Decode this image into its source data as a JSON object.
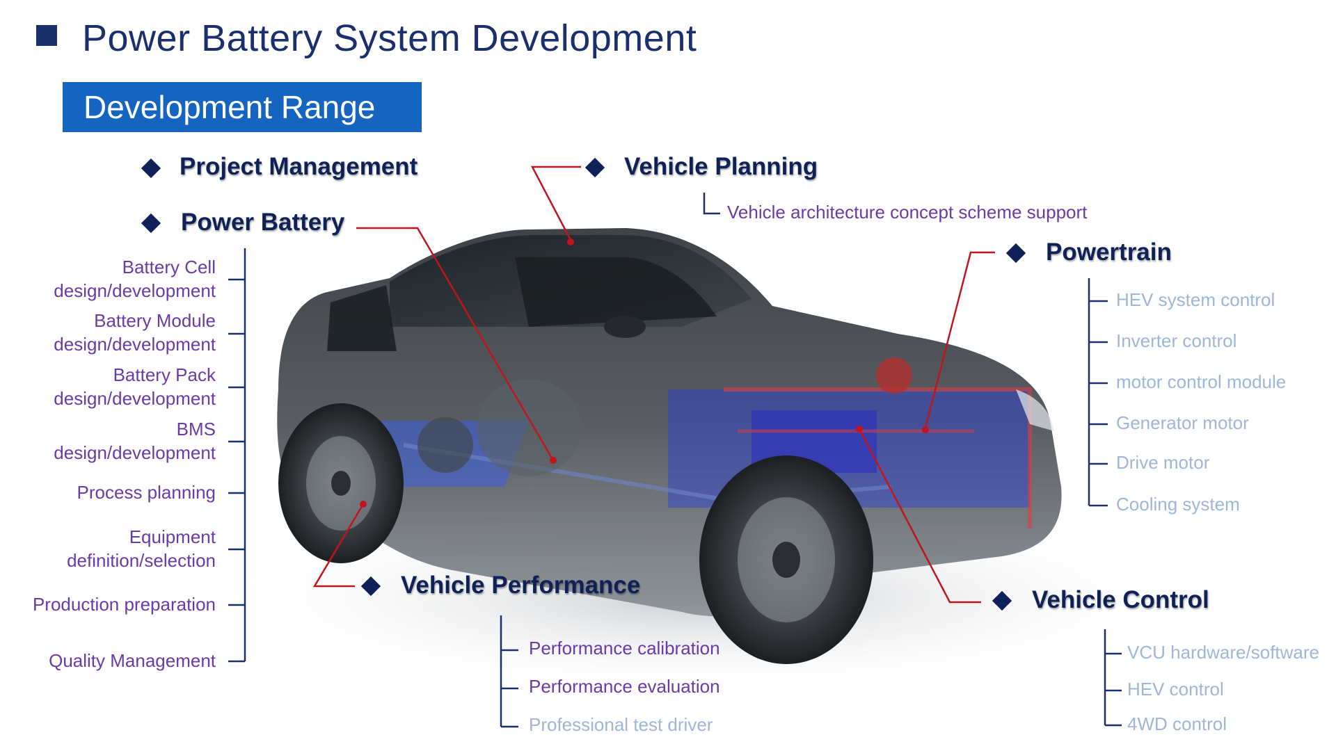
{
  "page": {
    "title": "Power Battery System Development",
    "range_label": "Development Range"
  },
  "colors": {
    "navy": "#1a2f6b",
    "range_blue": "#1565c0",
    "purple_text": "#6a3aa8",
    "light_blue_text": "#9fb6d8",
    "callout_red": "#c0141e"
  },
  "sections": {
    "project_management": {
      "title": "Project Management"
    },
    "power_battery": {
      "title": "Power Battery",
      "items": [
        [
          "Battery Cell",
          "design/development"
        ],
        [
          "Battery Module",
          "design/development"
        ],
        [
          "Battery Pack",
          "design/development"
        ],
        [
          "BMS",
          "design/development"
        ],
        [
          "Process planning"
        ],
        [
          "Equipment",
          "definition/selection"
        ],
        [
          "Production preparation"
        ],
        [
          "Quality Management"
        ]
      ]
    },
    "vehicle_planning": {
      "title": "Vehicle Planning",
      "items": [
        "Vehicle architecture concept scheme support"
      ]
    },
    "powertrain": {
      "title": "Powertrain",
      "items": [
        "HEV system control",
        "Inverter control",
        "motor control module",
        "Generator motor",
        "Drive motor",
        "Cooling system"
      ]
    },
    "vehicle_performance": {
      "title": "Vehicle Performance",
      "items": [
        "Performance calibration",
        "Performance evaluation",
        "Professional test driver"
      ]
    },
    "vehicle_control": {
      "title": "Vehicle Control",
      "items": [
        "VCU hardware/software",
        "HEV control",
        "4WD control"
      ]
    }
  }
}
